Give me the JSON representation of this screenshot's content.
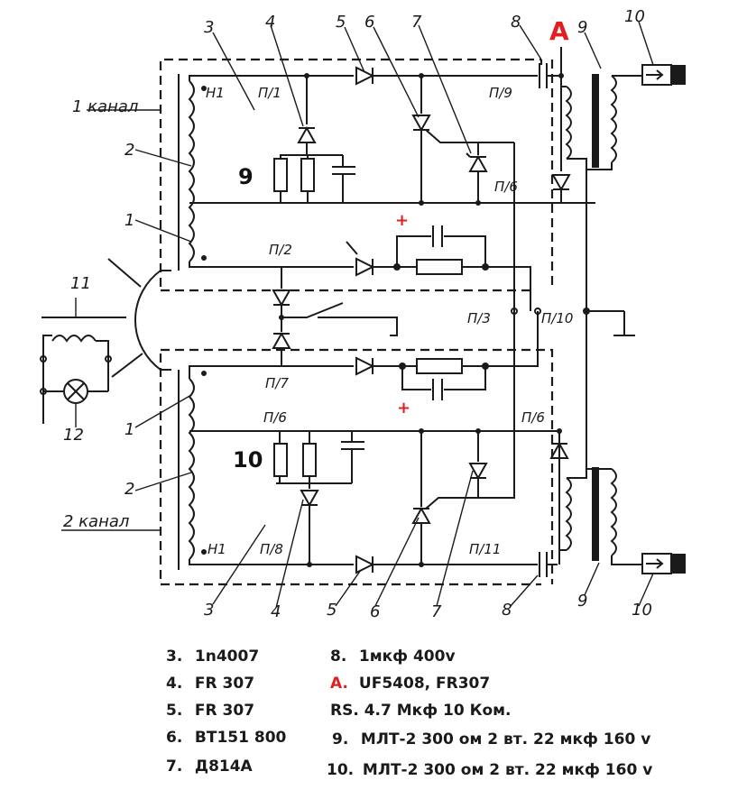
{
  "diagram": {
    "marker_a": "A",
    "plus": "+",
    "big_labels": {
      "nine": "9",
      "ten": "10"
    },
    "callouts": {
      "c1a": "1",
      "c1b": "1",
      "c2a": "2",
      "c2b": "2",
      "c3a": "3",
      "c3b": "3",
      "c4a": "4",
      "c4b": "4",
      "c5a": "5",
      "c5b": "5",
      "c6a": "6",
      "c6b": "6",
      "c7a": "7",
      "c7b": "7",
      "c8a": "8",
      "c8b": "8",
      "c9a": "9",
      "c9b": "9",
      "c10a": "10",
      "c10b": "10",
      "c11": "11",
      "c12": "12"
    },
    "channels": {
      "ch1": "1 канал",
      "ch2": "2 канал"
    },
    "pins": {
      "n1_top": "Н1",
      "p1": "П/1",
      "p9": "П/9",
      "p6_top": "П/6",
      "p2": "П/2",
      "p3": "П/3",
      "p10": "П/10",
      "p7": "П/7",
      "p6_mid": "П/6",
      "p6_right": "П/6",
      "n1_bot": "Н1",
      "p8": "П/8",
      "p11": "П/11"
    }
  },
  "legend": {
    "left": [
      {
        "num": "3.",
        "text": "1n4007"
      },
      {
        "num": "4.",
        "text": "FR 307"
      },
      {
        "num": "5.",
        "text": "FR 307"
      },
      {
        "num": "6.",
        "text": "BT151 800"
      },
      {
        "num": "7.",
        "text": "Д814А"
      }
    ],
    "right": [
      {
        "num": "8.",
        "text": "1мкф 400v"
      },
      {
        "num": "A.",
        "text": "UF5408, FR307"
      },
      {
        "num": "RS.",
        "text": "4.7 Мкф   10 Ком."
      },
      {
        "num": "9.",
        "text": "МЛТ-2 300 ом 2 вт. 22 мкф 160 v"
      },
      {
        "num": "10.",
        "text": "МЛТ-2 300 ом 2 вт. 22 мкф 160 v"
      }
    ]
  },
  "colors": {
    "accent_red": "#e02020",
    "ink": "#1a1a1a"
  }
}
